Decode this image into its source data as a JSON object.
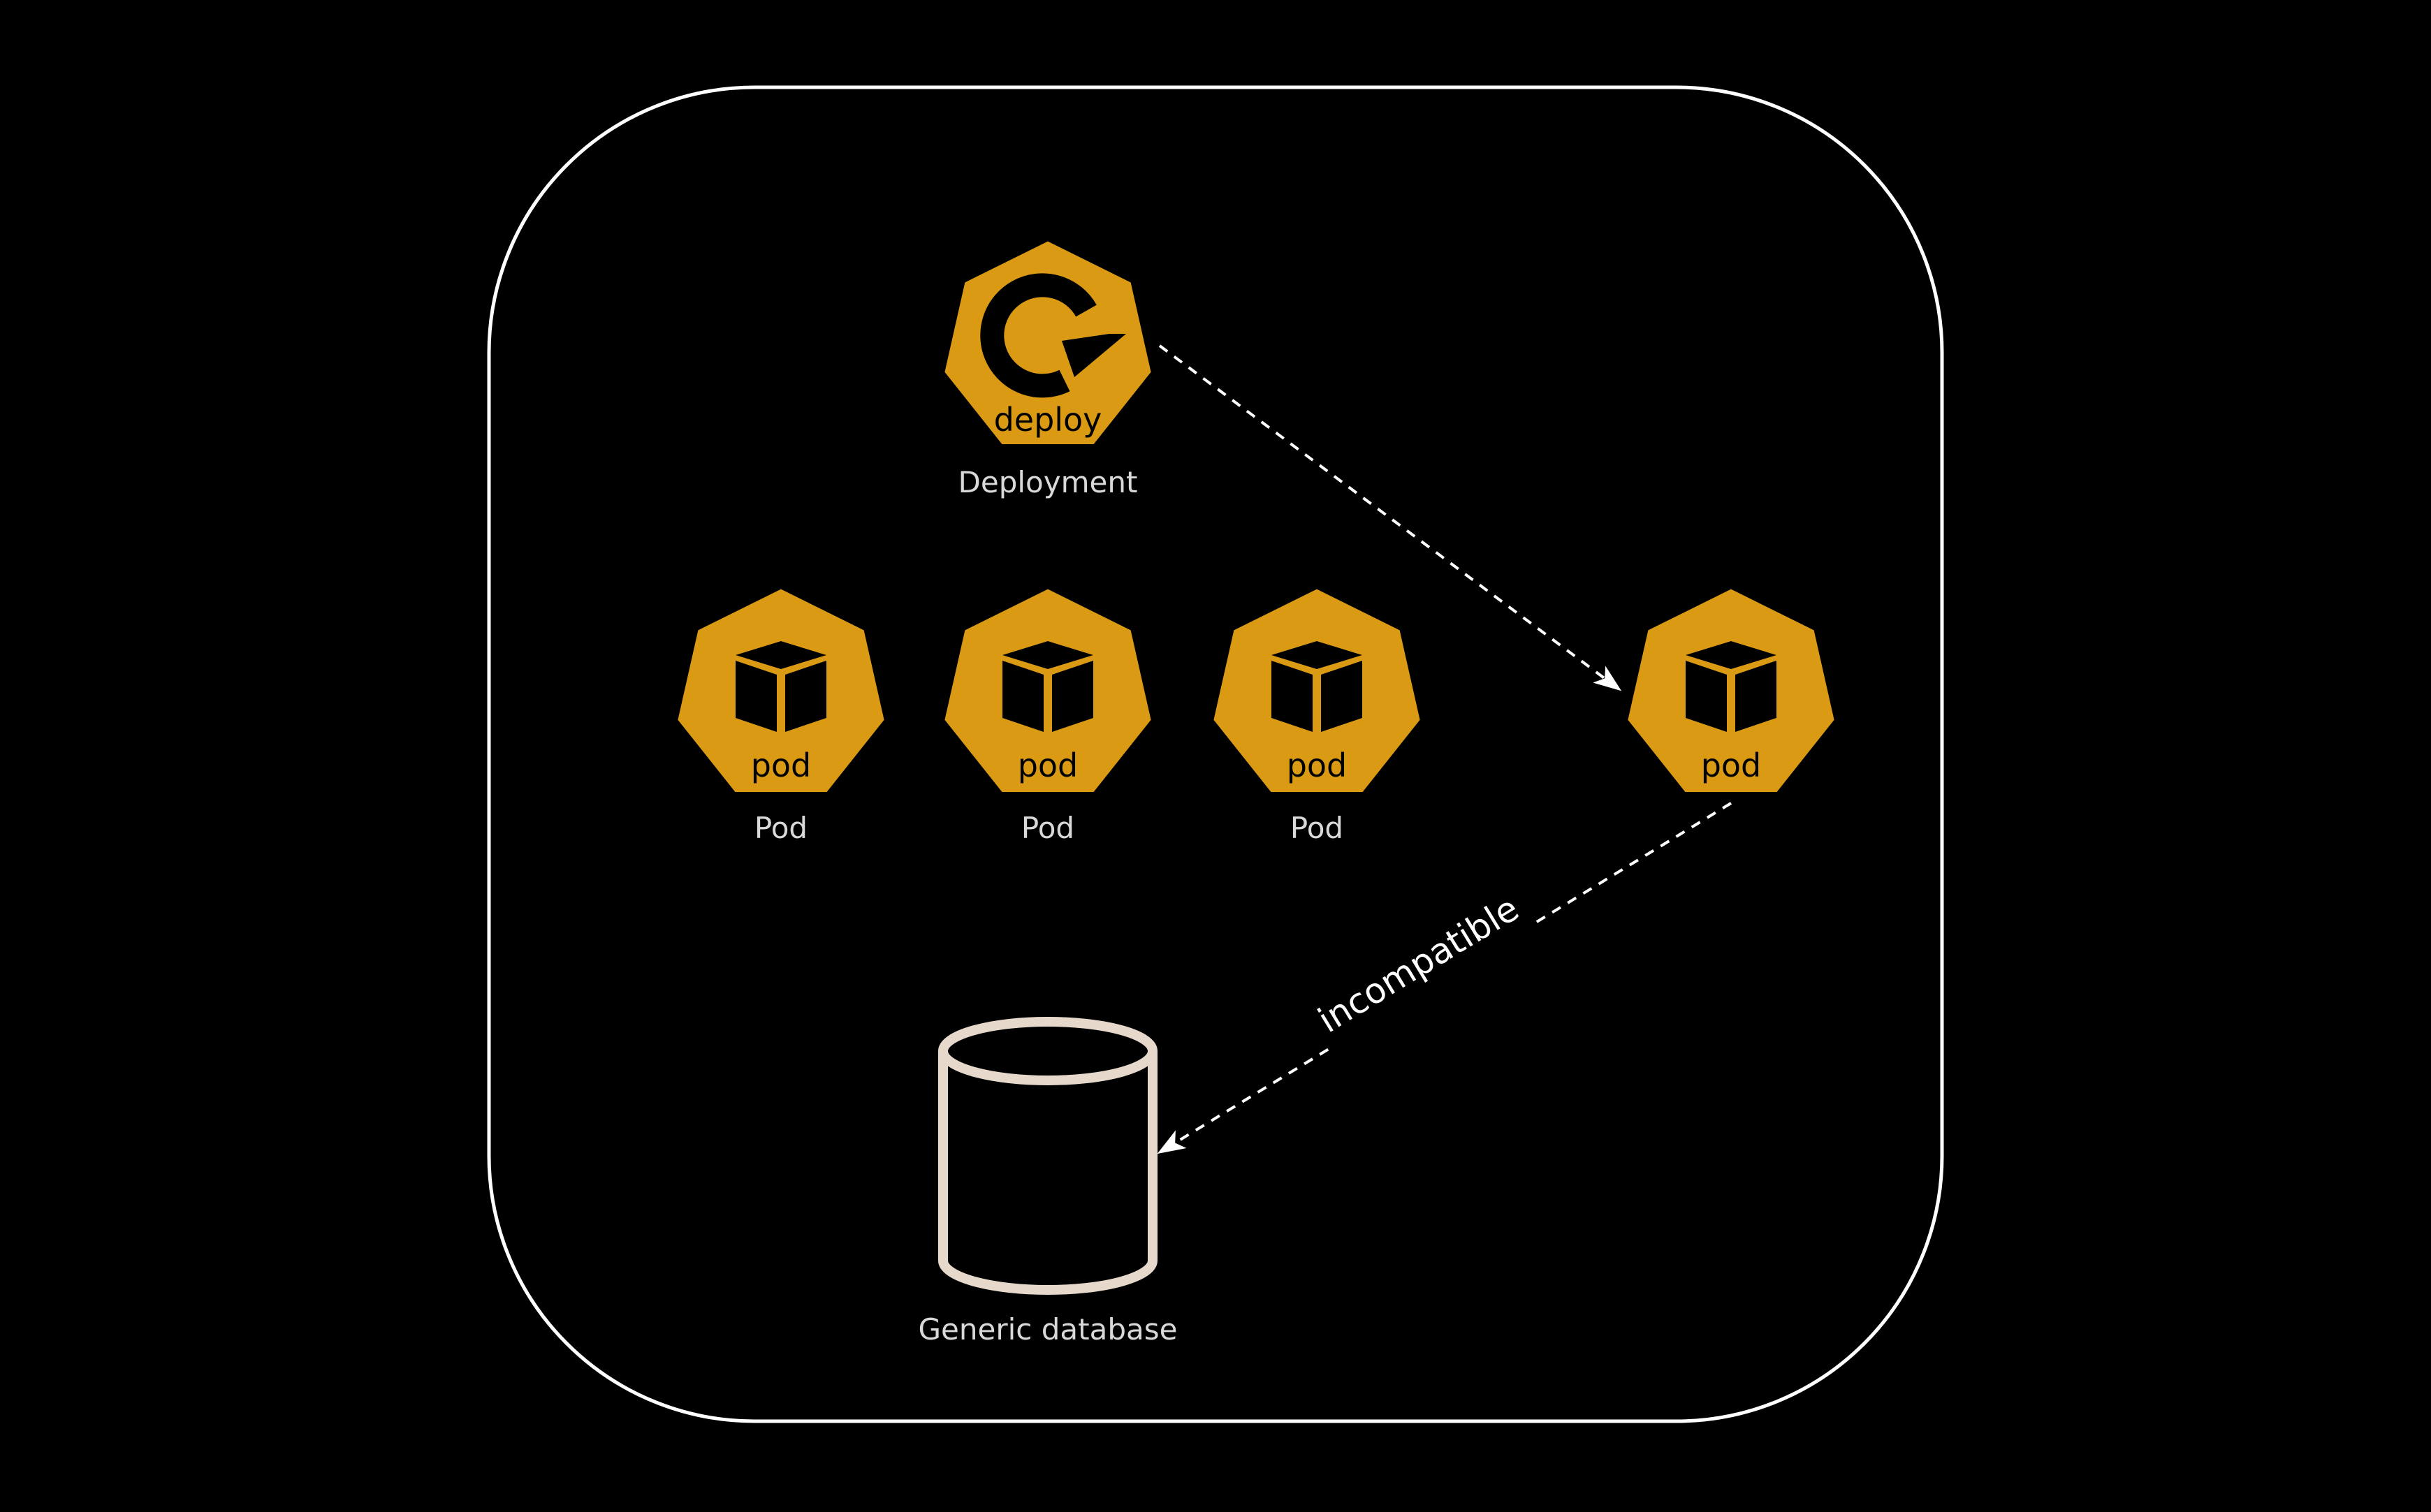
{
  "colors": {
    "background": "#000000",
    "boundary": "#ffffff",
    "k8s_icon": "#da9a13",
    "icon_outline": "#000000",
    "caption": "#d9d9d9",
    "database_stroke": "#e6d9cc",
    "edge": "#ffffff"
  },
  "nodes": {
    "deployment": {
      "icon": "deploy-icon",
      "icon_label": "deploy",
      "caption": "Deployment"
    },
    "pod_1": {
      "icon": "pod-icon",
      "icon_label": "pod",
      "caption": "Pod"
    },
    "pod_2": {
      "icon": "pod-icon",
      "icon_label": "pod",
      "caption": "Pod"
    },
    "pod_3": {
      "icon": "pod-icon",
      "icon_label": "pod",
      "caption": "Pod"
    },
    "pod_new": {
      "icon": "pod-icon",
      "icon_label": "pod",
      "caption": ""
    },
    "database": {
      "icon": "database-icon",
      "caption": "Generic database"
    }
  },
  "edges": [
    {
      "from": "deployment",
      "to": "pod_new",
      "style": "dashed",
      "label": ""
    },
    {
      "from": "pod_new",
      "to": "database",
      "style": "dashed",
      "label": "incompatible"
    }
  ]
}
